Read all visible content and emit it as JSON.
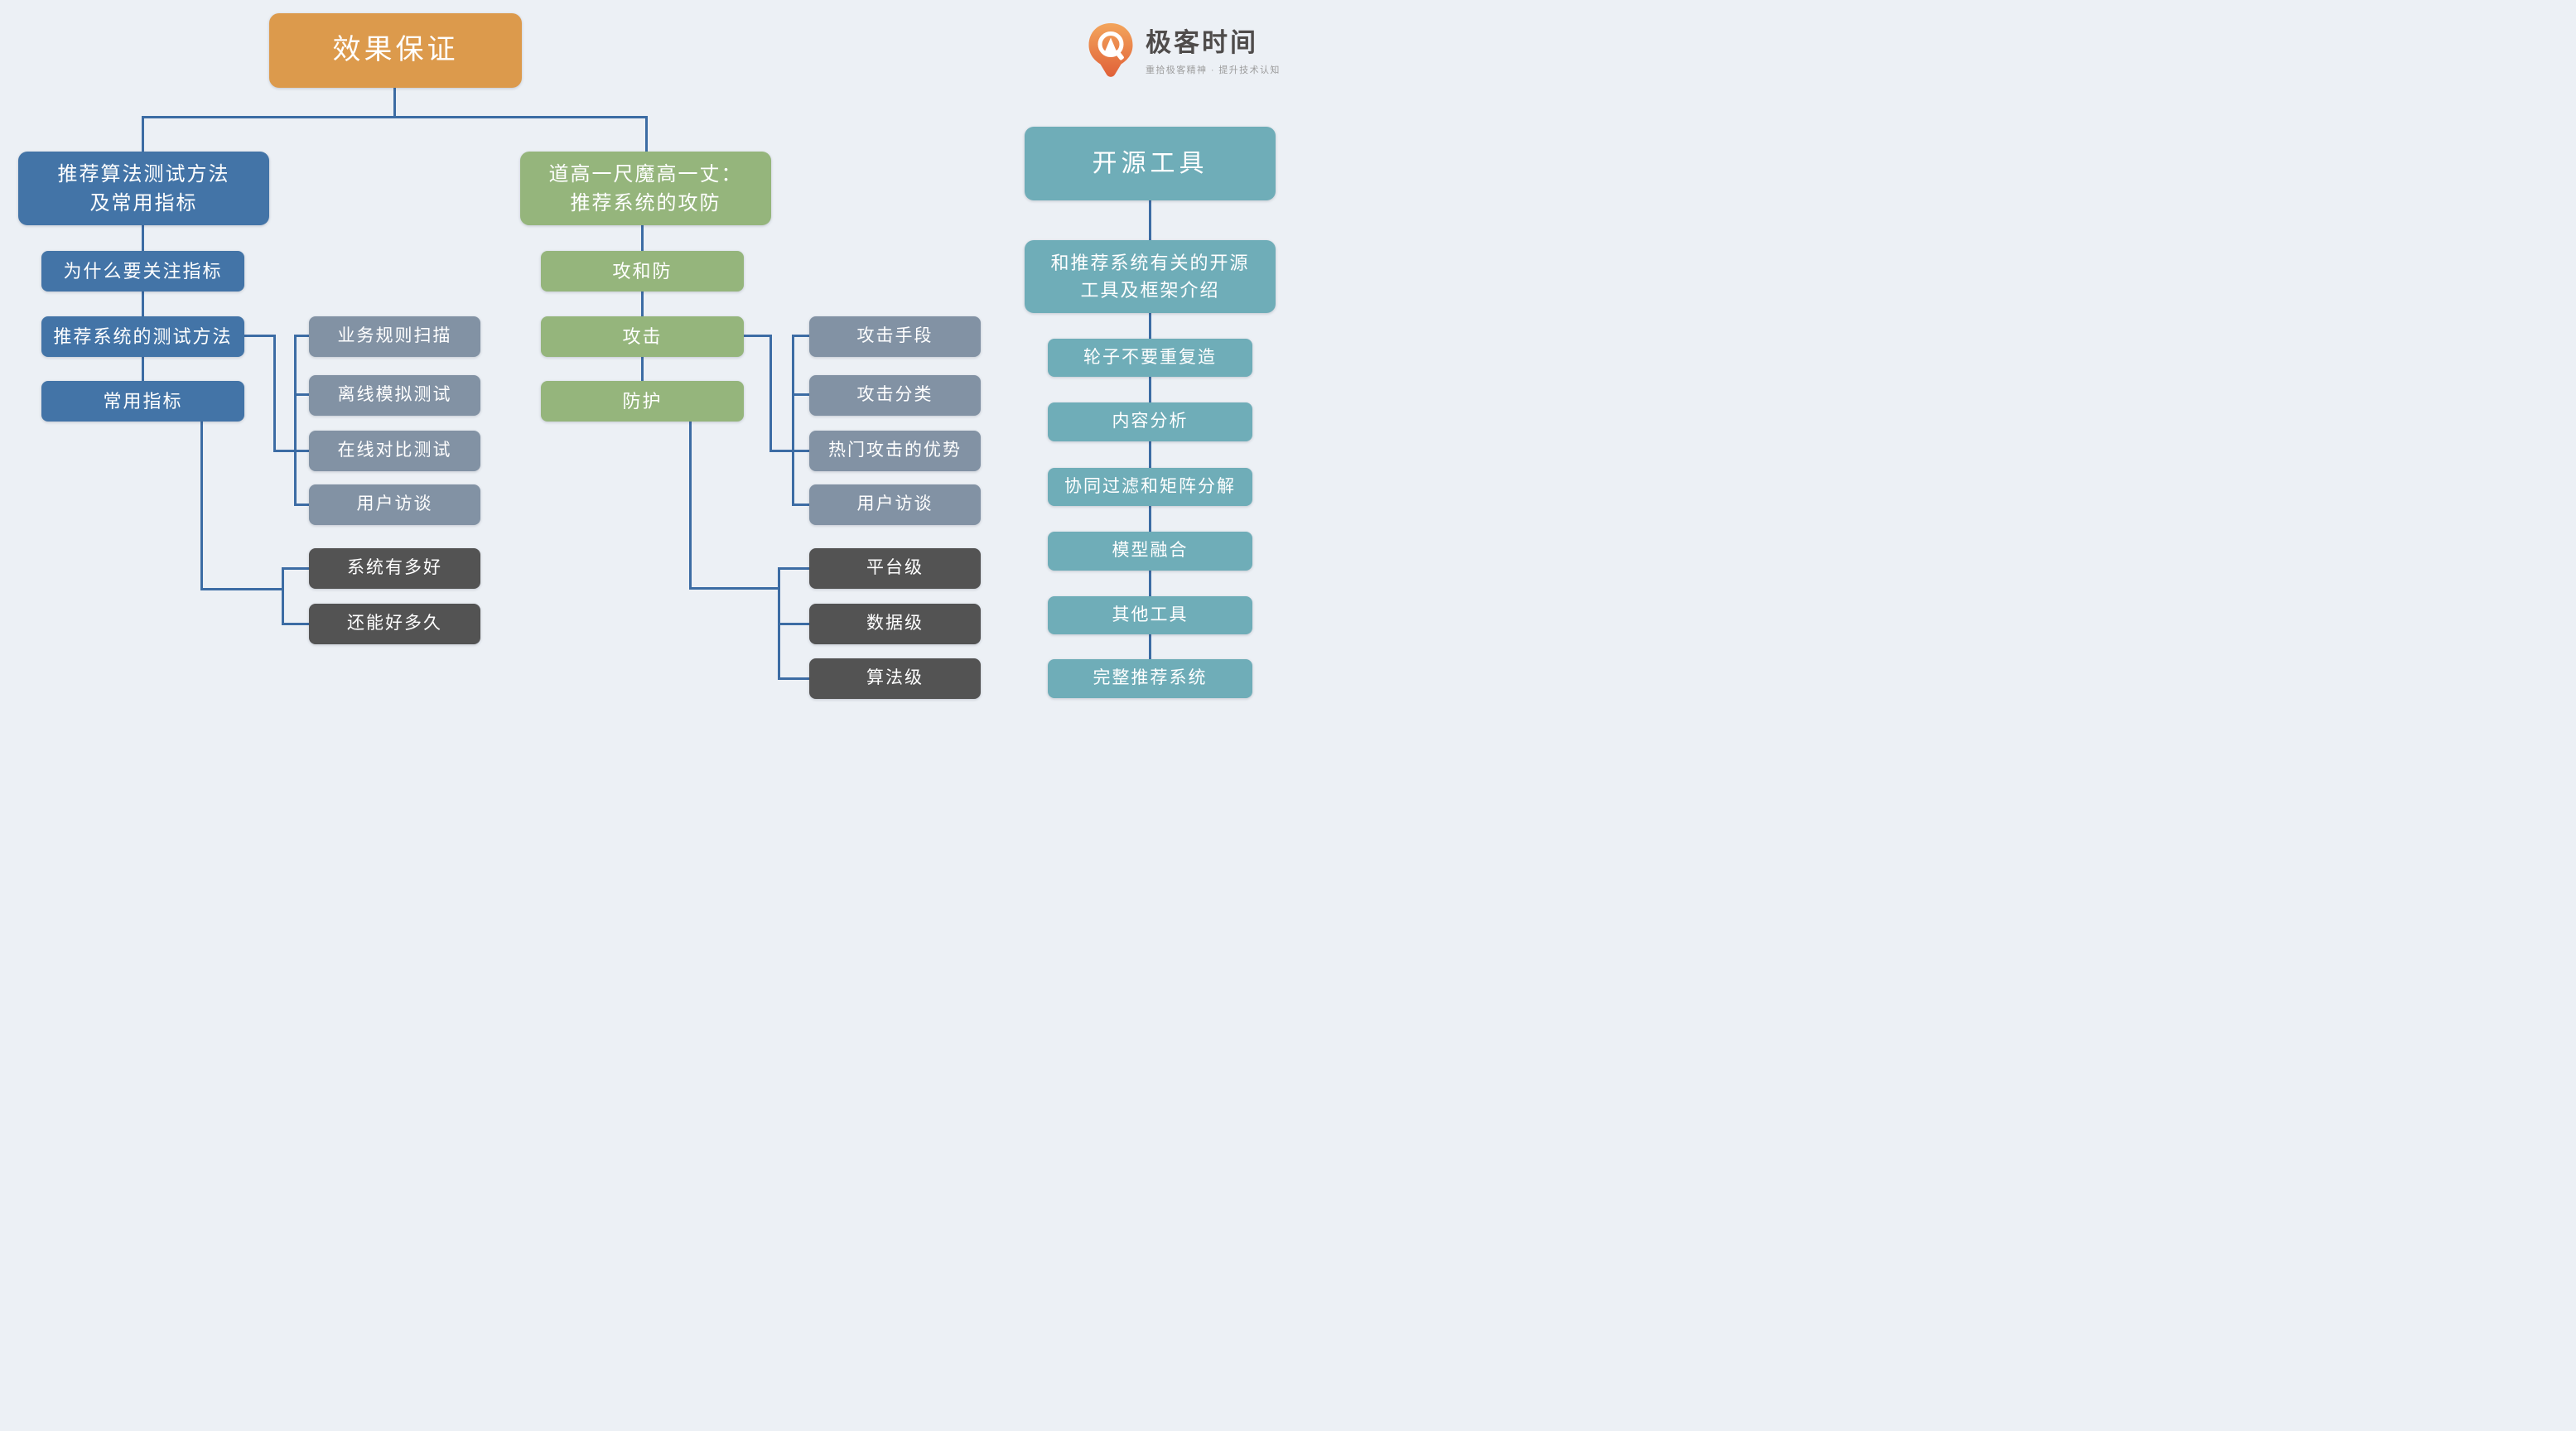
{
  "logo": {
    "brand": "极客时间",
    "tagline": "重拾极客精神 · 提升技术认知"
  },
  "palette": {
    "background": "#ECF0F5",
    "root_orange": "#DC9A4C",
    "branch_blue": "#4374A7",
    "branch_green": "#95B57C",
    "slate_gray": "#8292A4",
    "dark_gray": "#535353",
    "teal": "#6FADB8",
    "connector_blue": "#3C6CA4",
    "text_white": "#FFFFFF",
    "logo_orange_top": "#F3A55C",
    "logo_orange_bottom": "#E06038"
  },
  "mindmap": {
    "root": {
      "label": "效果保证"
    },
    "branches": [
      {
        "id": "testing",
        "header": {
          "label": "推荐算法测试方法\n及常用指标"
        },
        "nodes": [
          {
            "label": "为什么要关注指标"
          },
          {
            "label": "推荐系统的测试方法",
            "children": [
              {
                "label": "业务规则扫描"
              },
              {
                "label": "离线模拟测试"
              },
              {
                "label": "在线对比测试"
              },
              {
                "label": "用户访谈"
              }
            ]
          },
          {
            "label": "常用指标",
            "children": [
              {
                "label": "系统有多好"
              },
              {
                "label": "还能好多久"
              }
            ]
          }
        ]
      },
      {
        "id": "attack-defense",
        "header": {
          "label": "道高一尺魔高一丈：\n推荐系统的攻防"
        },
        "nodes": [
          {
            "label": "攻和防"
          },
          {
            "label": "攻击",
            "children": [
              {
                "label": "攻击手段"
              },
              {
                "label": "攻击分类"
              },
              {
                "label": "热门攻击的优势"
              },
              {
                "label": "用户访谈"
              }
            ]
          },
          {
            "label": "防护",
            "children": [
              {
                "label": "平台级"
              },
              {
                "label": "数据级"
              },
              {
                "label": "算法级"
              }
            ]
          }
        ]
      },
      {
        "id": "open-source",
        "header": {
          "label": "开源工具"
        },
        "nodes": [
          {
            "label": "和推荐系统有关的开源\n工具及框架介绍",
            "children": [
              {
                "label": "轮子不要重复造"
              },
              {
                "label": "内容分析"
              },
              {
                "label": "协同过滤和矩阵分解"
              },
              {
                "label": "模型融合"
              },
              {
                "label": "其他工具"
              },
              {
                "label": "完整推荐系统"
              }
            ]
          }
        ]
      }
    ]
  }
}
